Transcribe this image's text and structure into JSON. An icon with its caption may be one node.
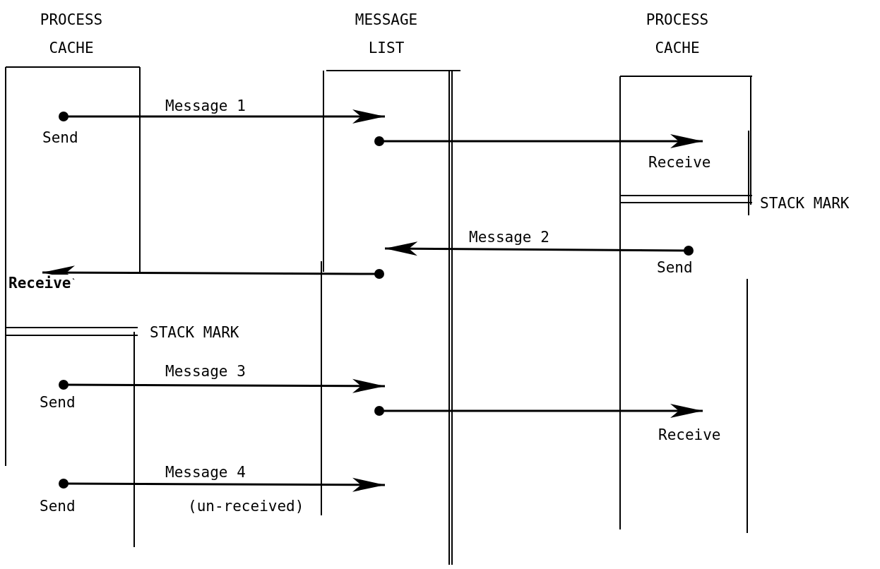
{
  "diagram": {
    "nodes": [
      {
        "text": [
          "PROCESS CACHE"
        ]
      },
      {
        "text": [
          "MESSAGE LIST"
        ]
      },
      {
        "text": [
          "PROCESS CACHE"
        ]
      }
    ],
    "edges": [
      {
        "from": 0,
        "to": 1,
        "arrow": "to",
        "label": "Message 1"
      },
      {
        "from": 1,
        "to": 2,
        "arrow": "to"
      },
      {
        "from": 2,
        "to": 1,
        "arrow": "to",
        "label": "Message 2"
      },
      {
        "from": 1,
        "to": 0,
        "arrow": "to"
      },
      {
        "from": 0,
        "to": 1,
        "arrow": "to",
        "label": "Message 3"
      },
      {
        "from": 1,
        "to": 2,
        "arrow": "to"
      },
      {
        "from": 0,
        "to": 1,
        "arrow": "to",
        "label": "Message 4"
      }
    ],
    "labels": [
      "Send",
      "Receive",
      "STACK MARK",
      "Send",
      "Receive",
      "STACK MARK",
      "Send",
      "Receive",
      "Send",
      "(un-received)"
    ]
  }
}
